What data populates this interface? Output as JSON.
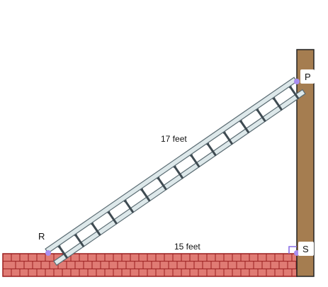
{
  "labels": {
    "top_point": "P",
    "ground_point": "R",
    "base_point": "S",
    "ladder_length": "17 feet",
    "ground_distance": "15 feet"
  },
  "colors": {
    "background": "#ffffff",
    "brick": "#e07b74",
    "mortar": "#9a1f1f",
    "post": "#a57d50",
    "ladder_fill": "#dde8ea",
    "ladder_outline": "#5a6b72",
    "rung": "#3f4b52",
    "vertex_marker": "#a98ef0",
    "right_angle_marker": "#8a6ee6"
  },
  "icons": {
    "wall": "brick-wall-icon",
    "post": "vertical-post-icon",
    "ladder": "ladder-icon"
  }
}
